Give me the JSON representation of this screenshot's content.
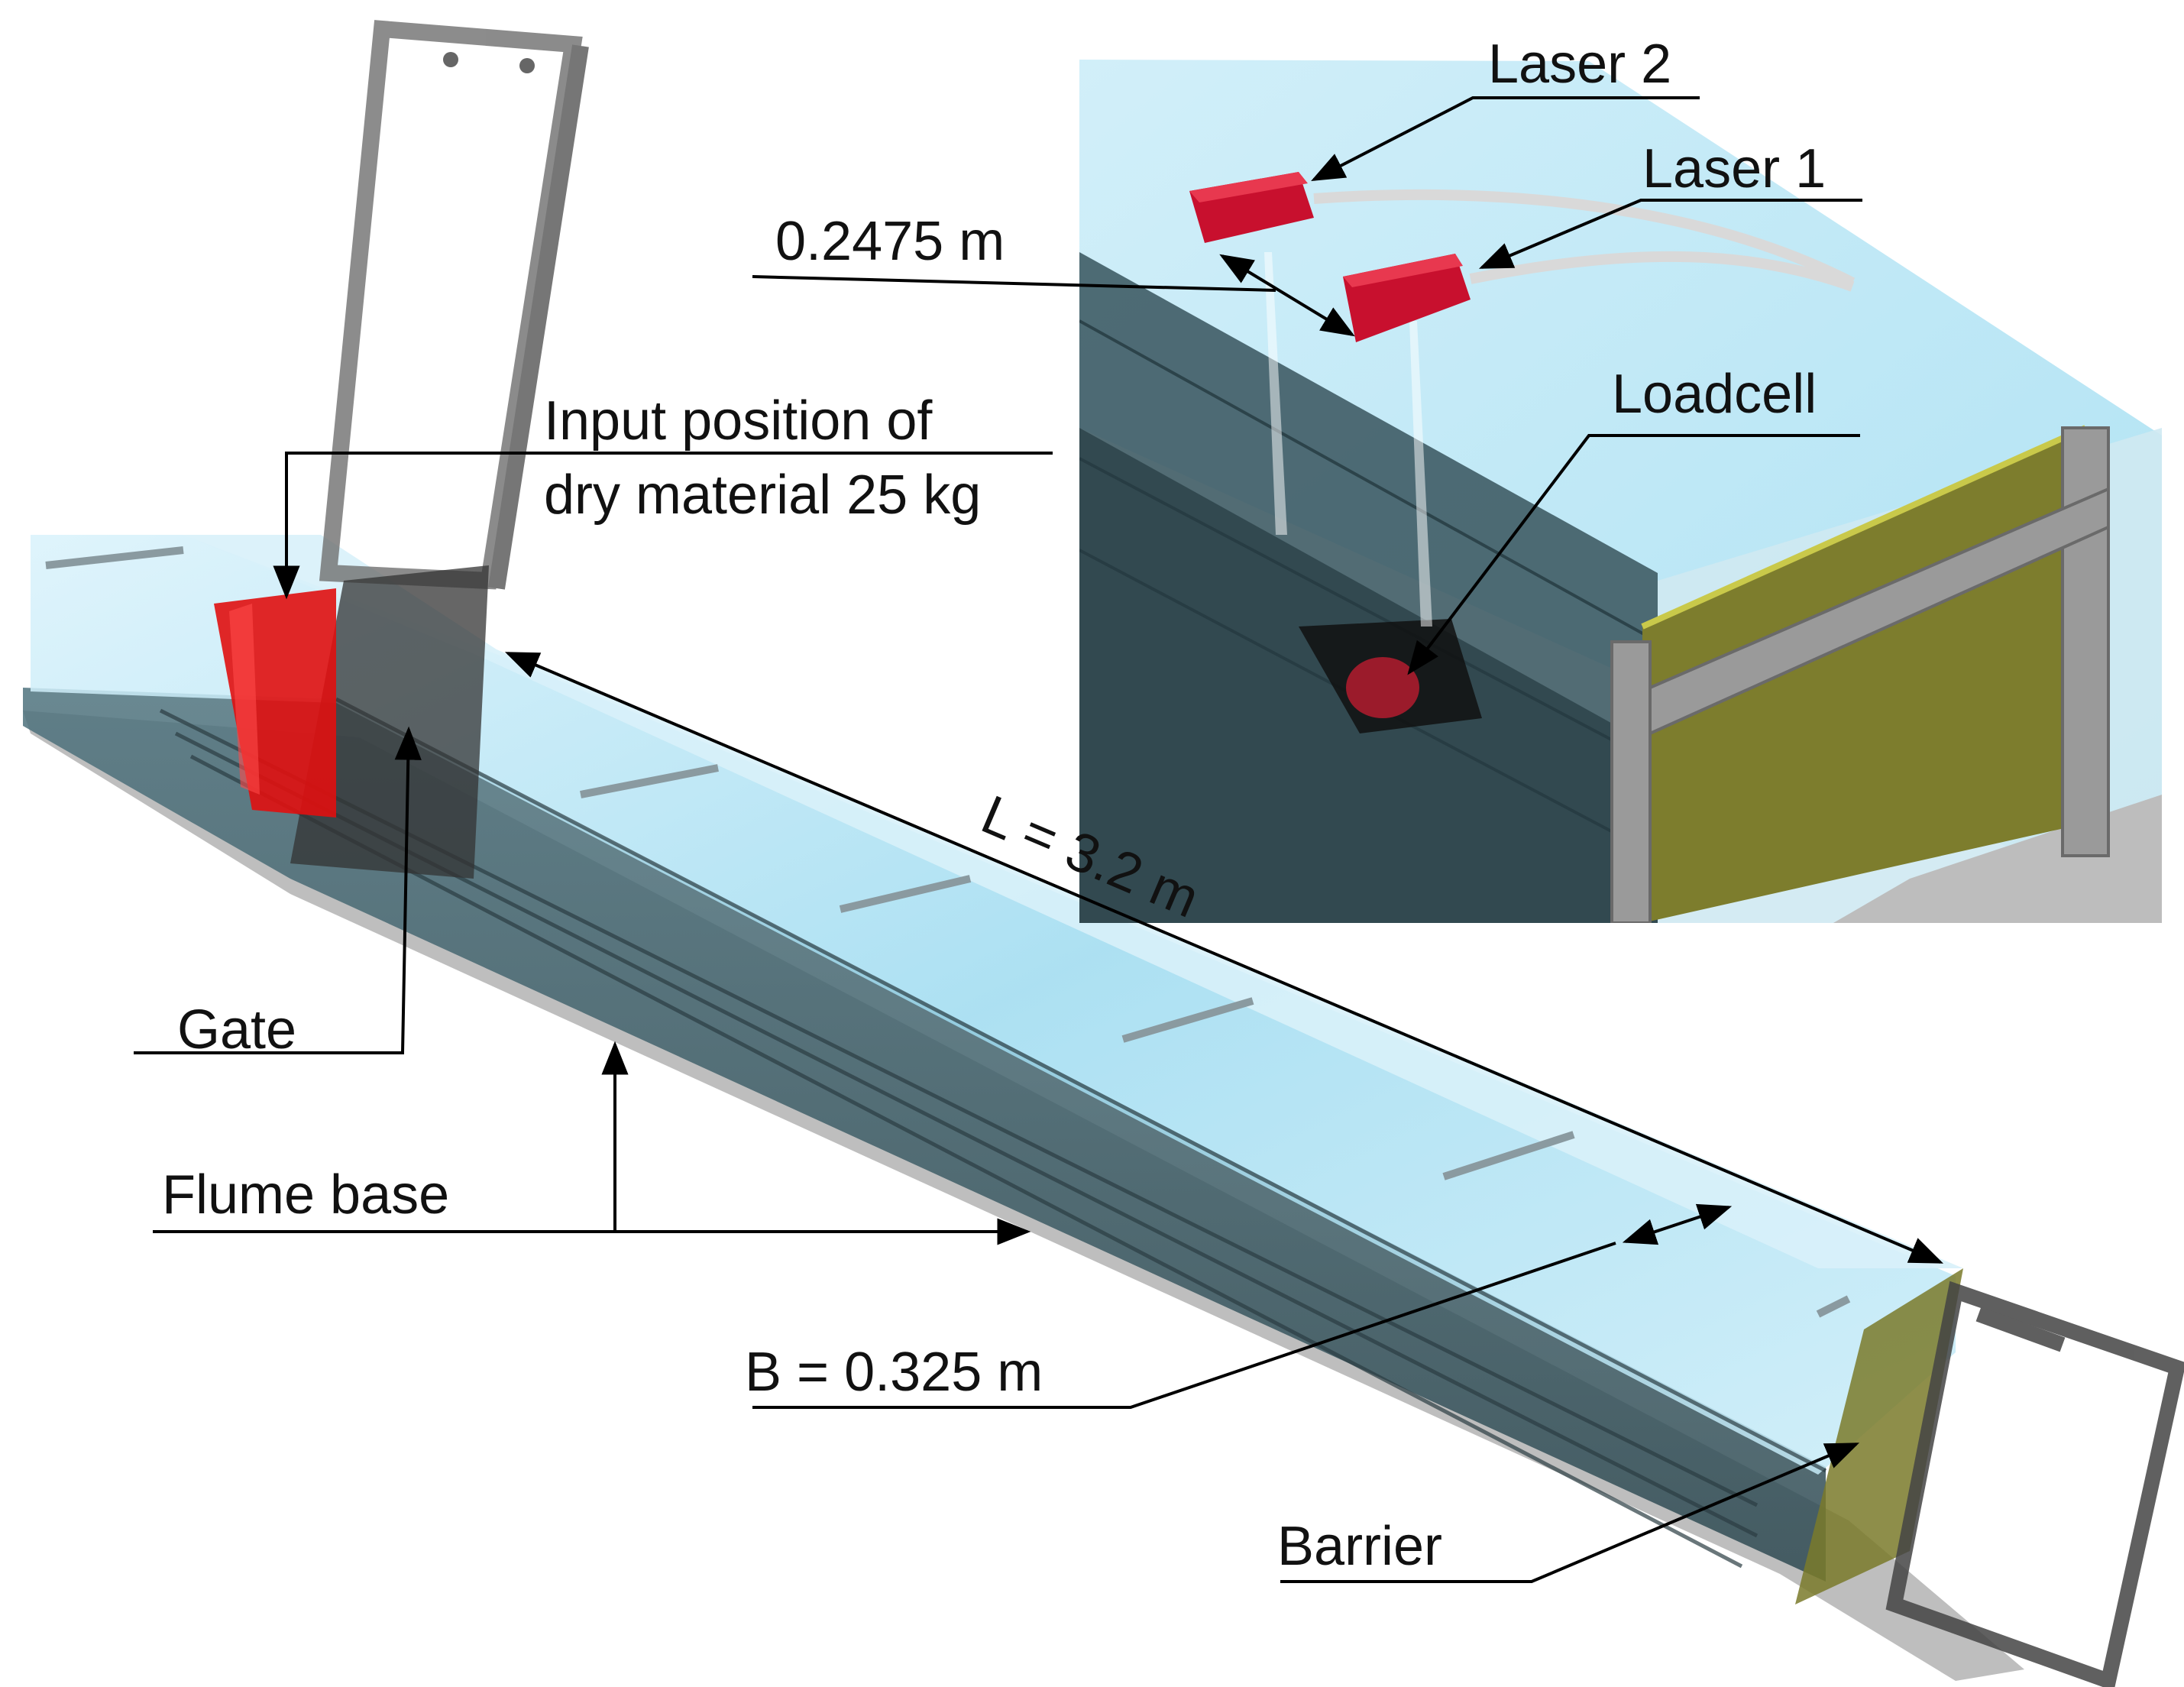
{
  "labels": {
    "laser2": "Laser 2",
    "laser1": "Laser 1",
    "spacing": "0.2475 m",
    "loadcell": "Loadcell",
    "input_line1": "Input position of",
    "input_line2": "dry material 25 kg",
    "gate": "Gate",
    "length": "L = 3.2 m",
    "flume_base": "Flume base",
    "width": "B = 0.325 m",
    "barrier": "Barrier"
  },
  "colors": {
    "flume_water": "#8fd6ee",
    "flume_dark": "#3d5c66",
    "laser_red": "#c8102e",
    "material_red": "#e01010",
    "barrier_plate": "#7a7a2a",
    "frame_gray": "#7d7d7d",
    "line": "#000000"
  }
}
